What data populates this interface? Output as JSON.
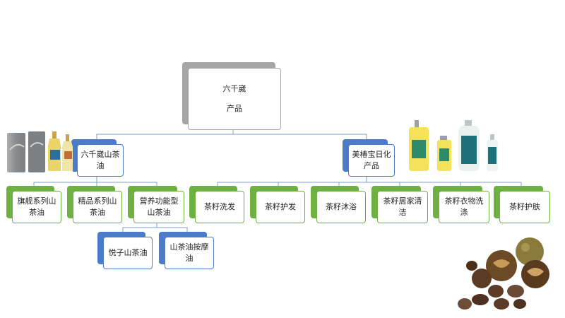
{
  "root": {
    "line1": "六千崴",
    "line2": "产品"
  },
  "branches": [
    {
      "label": "六千崴山茶油",
      "children": [
        {
          "label": "旗舰系列山茶油"
        },
        {
          "label": "精品系列山茶油"
        },
        {
          "label": "营养功能型山茶油",
          "children": [
            {
              "label": "悦子山茶油"
            },
            {
              "label": "山茶油按摩油"
            }
          ]
        }
      ]
    },
    {
      "label": "美椿宝日化产品",
      "children": [
        {
          "label": "茶籽洗发"
        },
        {
          "label": "茶籽护发"
        },
        {
          "label": "茶籽沐浴"
        },
        {
          "label": "茶籽居家清洁"
        },
        {
          "label": "茶籽衣物洗涤"
        },
        {
          "label": "茶籽护肤"
        }
      ]
    }
  ],
  "colors": {
    "green": "#6fb043",
    "blue": "#4a7cc9",
    "gray": "#a6a6a6",
    "connector": "#7f9fcf"
  },
  "icons": [
    "oil-bottles-image",
    "daily-chemical-bottles-image",
    "camellia-seeds-image"
  ]
}
